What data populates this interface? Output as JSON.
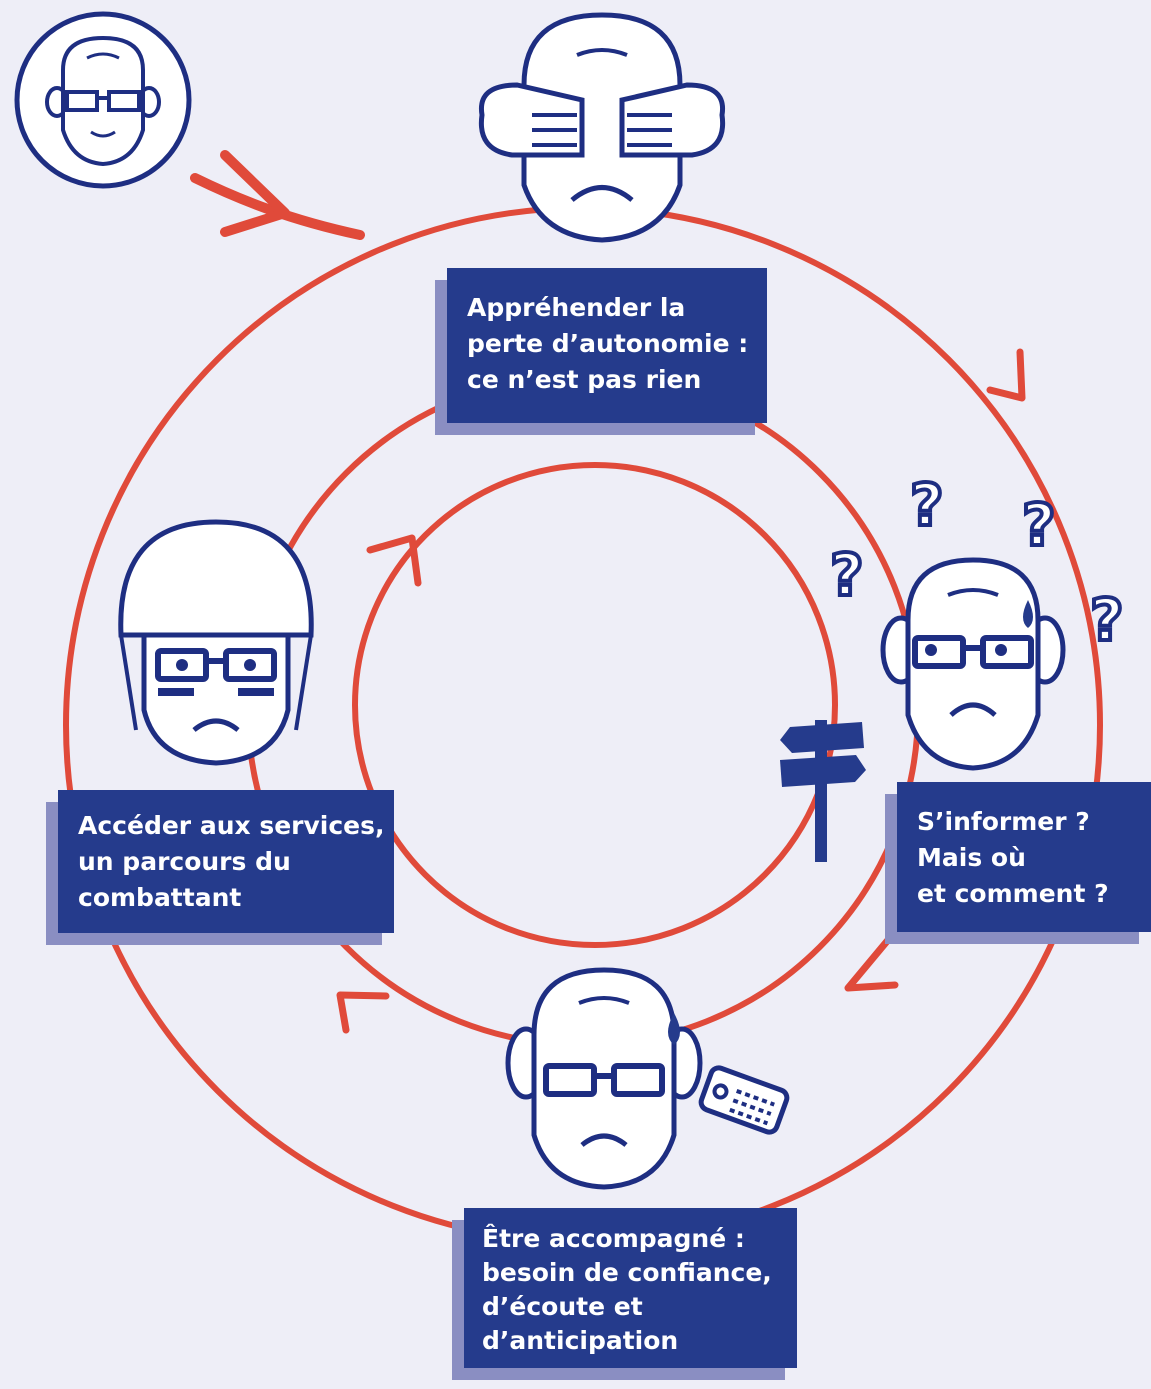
{
  "colors": {
    "background": "#EEEEF7",
    "cycle_red": "#E04A3A",
    "navy": "#253B8C",
    "shadow": "#8A8EC2",
    "face_outline": "#1E2E82",
    "white": "#FFFFFF"
  },
  "steps": [
    {
      "icon": "covering-eyes-face-icon",
      "lines": [
        "Appréhender la",
        "perte d’autonomie :",
        "ce n’est pas rien"
      ]
    },
    {
      "icon": "confused-face-icon",
      "lines": [
        "S’informer ?",
        "Mais où",
        "et comment ?"
      ]
    },
    {
      "icon": "worried-face-with-tag-icon",
      "lines": [
        "Être accompagné :",
        "besoin de confiance,",
        "d’écoute et",
        "d’anticipation"
      ]
    },
    {
      "icon": "helmet-face-icon",
      "lines": [
        "Accéder aux services,",
        "un parcours du",
        "combattant"
      ]
    }
  ],
  "decorations": [
    "senior-portrait-icon",
    "question-mark-icon",
    "signpost-icon",
    "entry-arrow-icon"
  ]
}
